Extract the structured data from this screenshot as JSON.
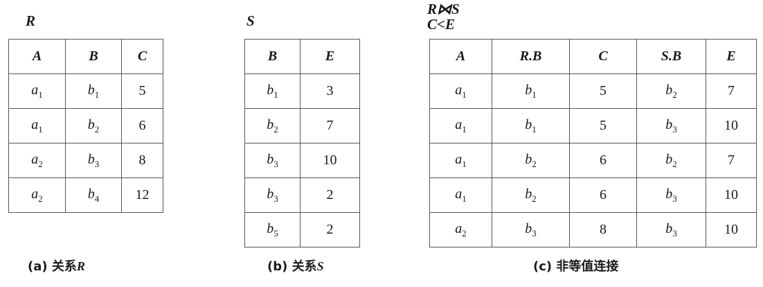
{
  "relation_r": {
    "label": "R",
    "headers": [
      "A",
      "B",
      "C"
    ],
    "rows": [
      [
        "a1",
        "b1",
        "5"
      ],
      [
        "a1",
        "b2",
        "6"
      ],
      [
        "a2",
        "b3",
        "8"
      ],
      [
        "a2",
        "b4",
        "12"
      ]
    ],
    "caption": "(a) 关系R"
  },
  "relation_s": {
    "label": "S",
    "headers": [
      "B",
      "E"
    ],
    "rows": [
      [
        "b1",
        "3"
      ],
      [
        "b2",
        "7"
      ],
      [
        "b3",
        "10"
      ],
      [
        "b3",
        "2"
      ],
      [
        "b5",
        "2"
      ]
    ],
    "caption": "(b) 关系S"
  },
  "join_result": {
    "label_line1": "R⋈S",
    "label_line2": "C<E",
    "headers": [
      "A",
      "R.B",
      "C",
      "S.B",
      "E"
    ],
    "rows": [
      [
        "a1",
        "b1",
        "5",
        "b2",
        "7"
      ],
      [
        "a1",
        "b1",
        "5",
        "b3",
        "10"
      ],
      [
        "a1",
        "b2",
        "6",
        "b2",
        "7"
      ],
      [
        "a1",
        "b2",
        "6",
        "b3",
        "10"
      ],
      [
        "a2",
        "b3",
        "8",
        "b3",
        "10"
      ]
    ],
    "caption": "(c) 非等值连接"
  }
}
